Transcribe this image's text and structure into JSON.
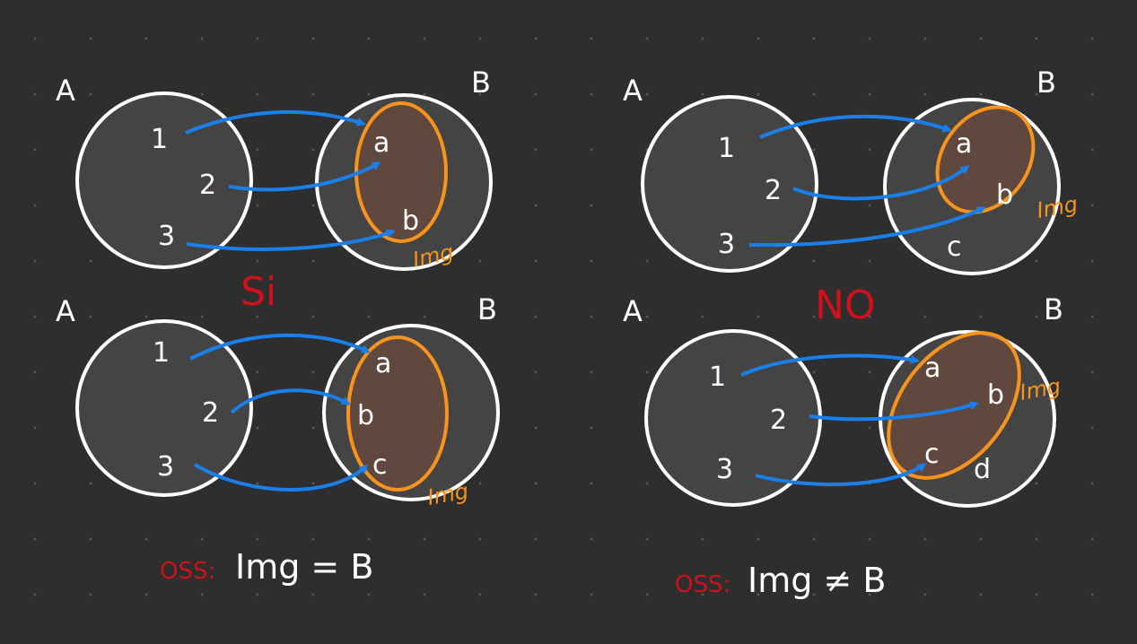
{
  "colors": {
    "background": "#2e2e2e",
    "circle_stroke": "#ffffff",
    "circle_fill": "#444444",
    "arrow": "#1a7fe8",
    "image_highlight": "#f7941d",
    "verdict": "#d0101a"
  },
  "diagrams": [
    {
      "set_a": "A",
      "set_b": "B",
      "domain": [
        "1",
        "2",
        "3"
      ],
      "codomain": [
        "a",
        "b"
      ],
      "image_label": "Img"
    },
    {
      "set_a": "A",
      "set_b": "B",
      "domain": [
        "1",
        "2",
        "3"
      ],
      "codomain": [
        "a",
        "b",
        "c"
      ],
      "image_label": "Img"
    },
    {
      "set_a": "A",
      "set_b": "B",
      "domain": [
        "1",
        "2",
        "3"
      ],
      "codomain": [
        "a",
        "b",
        "c"
      ],
      "image_label": "Img"
    },
    {
      "set_a": "A",
      "set_b": "B",
      "domain": [
        "1",
        "2",
        "3"
      ],
      "codomain": [
        "a",
        "b",
        "c",
        "d"
      ],
      "image_label": "Img"
    }
  ],
  "verdicts": {
    "left": "Si",
    "right": "NO"
  },
  "notes": {
    "left": {
      "prefix": "OSS:",
      "formula": "Img = B"
    },
    "right": {
      "prefix": "OSS:",
      "formula": "Img ≠ B"
    }
  }
}
